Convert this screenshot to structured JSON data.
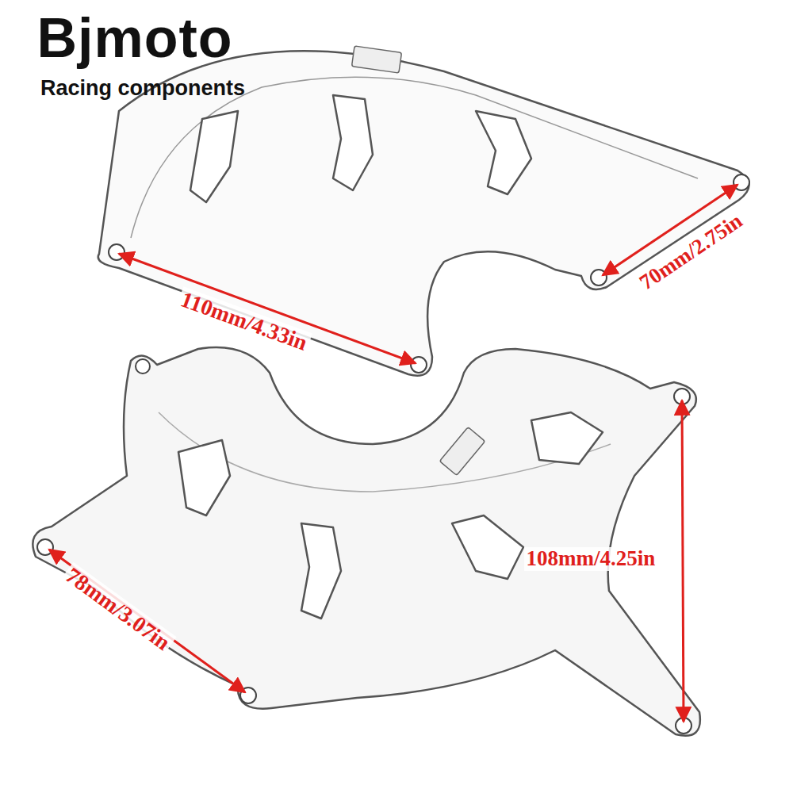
{
  "diagram": {
    "labels": [
      "Bjmoto",
      "Racing components",
      "110mm/4.33in",
      "70mm/2.75in",
      "78mm/3.07in",
      "108mm/4.25in"
    ]
  }
}
